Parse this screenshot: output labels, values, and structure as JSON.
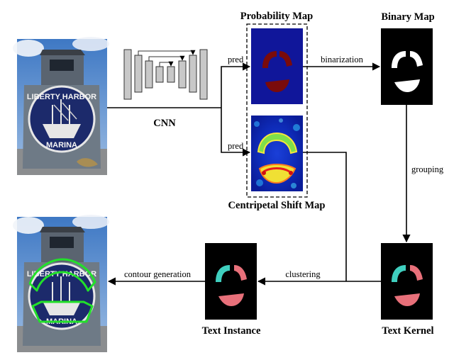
{
  "diagram": {
    "labels": {
      "probability_map": "Probability Map",
      "binary_map": "Binary Map",
      "cnn": "CNN",
      "centripetal_shift_map": "Centripetal Shift Map",
      "text_instance": "Text Instance",
      "text_kernel": "Text Kernel"
    },
    "edge_labels": {
      "pred_top": "pred",
      "pred_bottom": "pred",
      "binarization": "binarization",
      "grouping": "grouping",
      "clustering": "clustering",
      "contour_generation": "contour generation"
    },
    "photo_sign": {
      "top_text": "LIBERTY HARBOR",
      "bottom_text": "MARINA"
    },
    "colors": {
      "prob_map_bg": "#10169a",
      "prob_map_arc": "#7a0b0b",
      "kernel_cyan": "#3fcfbf",
      "kernel_pink": "#e8707a",
      "detection_green": "#22e02a",
      "sky": "#4f86c6"
    }
  }
}
